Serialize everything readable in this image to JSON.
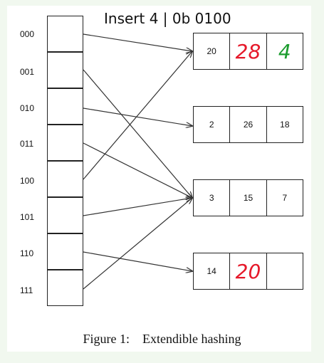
{
  "title": "Insert 4 | 0b 0100",
  "directory": [
    "000",
    "001",
    "010",
    "011",
    "100",
    "101",
    "110",
    "111"
  ],
  "buckets": [
    {
      "slots": [
        "20",
        "",
        ""
      ]
    },
    {
      "slots": [
        "2",
        "26",
        "18"
      ]
    },
    {
      "slots": [
        "3",
        "15",
        "7"
      ]
    },
    {
      "slots": [
        "14",
        "",
        ""
      ]
    }
  ],
  "handwritten": {
    "b0_s1": "28",
    "b0_s2": "4",
    "b3_s1": "20"
  },
  "colors": {
    "handwriting_red": "#e6192a",
    "handwriting_green": "#1b9c2e"
  },
  "caption": "Figure 1: Extendible hashing"
}
